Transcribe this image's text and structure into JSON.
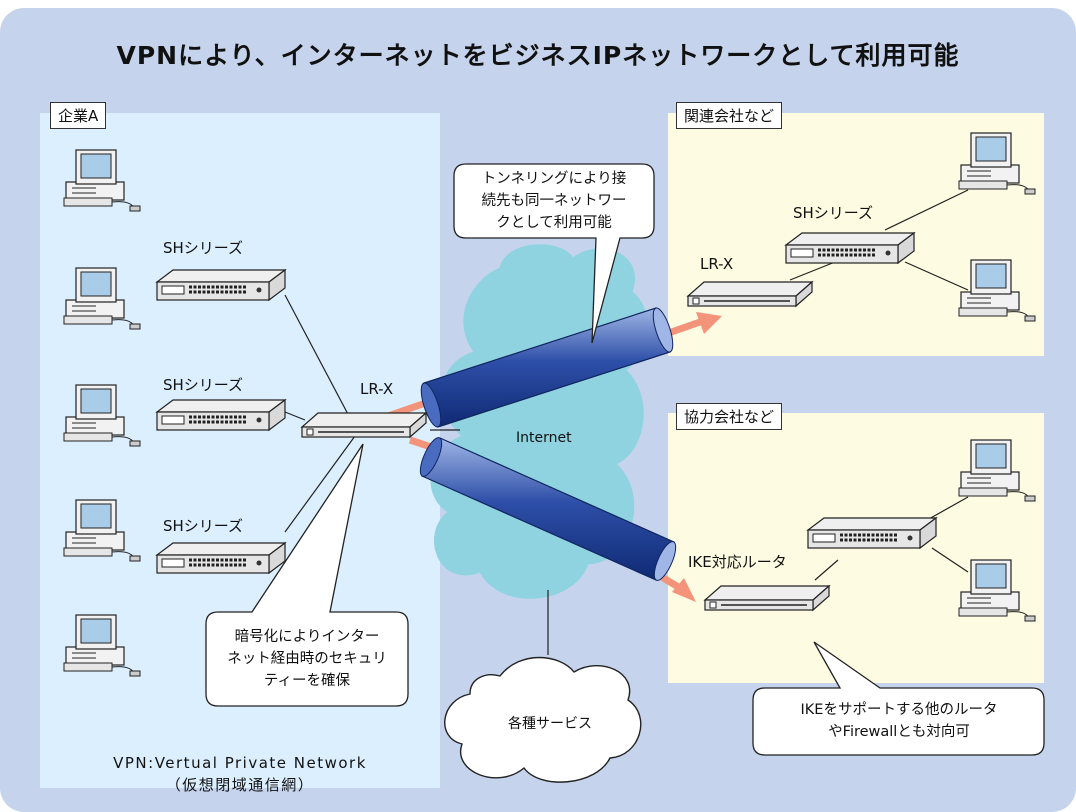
{
  "title": "VPNにより、インターネットをビジネスIPネットワークとして利用可能",
  "groups": {
    "corp_a": "企業A",
    "affiliate": "関連会社など",
    "partner": "協力会社など"
  },
  "labels": {
    "sh1": "SHシリーズ",
    "sh2": "SHシリーズ",
    "sh3": "SHシリーズ",
    "sh_affiliate": "SHシリーズ",
    "lrx_center": "LR-X",
    "lrx_affiliate": "LR-X",
    "ike_router": "IKE対応ルータ",
    "internet": "Internet",
    "services": "各種サービス"
  },
  "callouts": {
    "tunneling": "トンネリングにより接\n続先も同一ネットワー\nクとして利用可能",
    "encryption": "暗号化によりインター\nネット経由時のセキュリ\nティーを確保",
    "ike": "IKEをサポートする他のルータ\nやFirewallとも対向可"
  },
  "footer": {
    "line1": "VPN:Vertual Private Network",
    "line2": "（仮想閉域通信網）"
  },
  "colors": {
    "background": "#c5d4ec",
    "corp_panel": "#dcefff",
    "remote_panel": "#fdfbe1",
    "cloud": "#8fd3e0",
    "tunnel": "#2d4fa8",
    "arrow": "#f2937a"
  }
}
